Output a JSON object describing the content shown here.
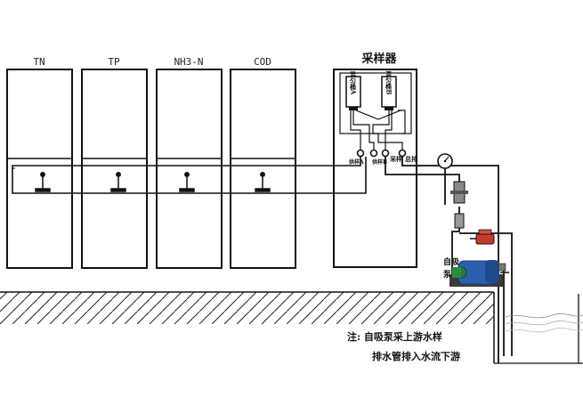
{
  "analyzers": [
    {
      "label": "TN"
    },
    {
      "label": "TP"
    },
    {
      "label": "NH3-N"
    },
    {
      "label": "COD"
    }
  ],
  "sampler": {
    "title": "采样器",
    "mix_tank_a": "混匀桶A",
    "mix_tank_b": "混匀桶B",
    "port_labels": [
      "供样A",
      "供样B",
      "采样",
      "总排"
    ]
  },
  "pump_label": "自吸泵",
  "notes": {
    "line1": "注:  自吸泵采上游水样",
    "line2": "排水管排入水流下游"
  },
  "colors": {
    "pump": "#2b5fae",
    "valve": "#c23a2a",
    "pipe": "#111111"
  }
}
